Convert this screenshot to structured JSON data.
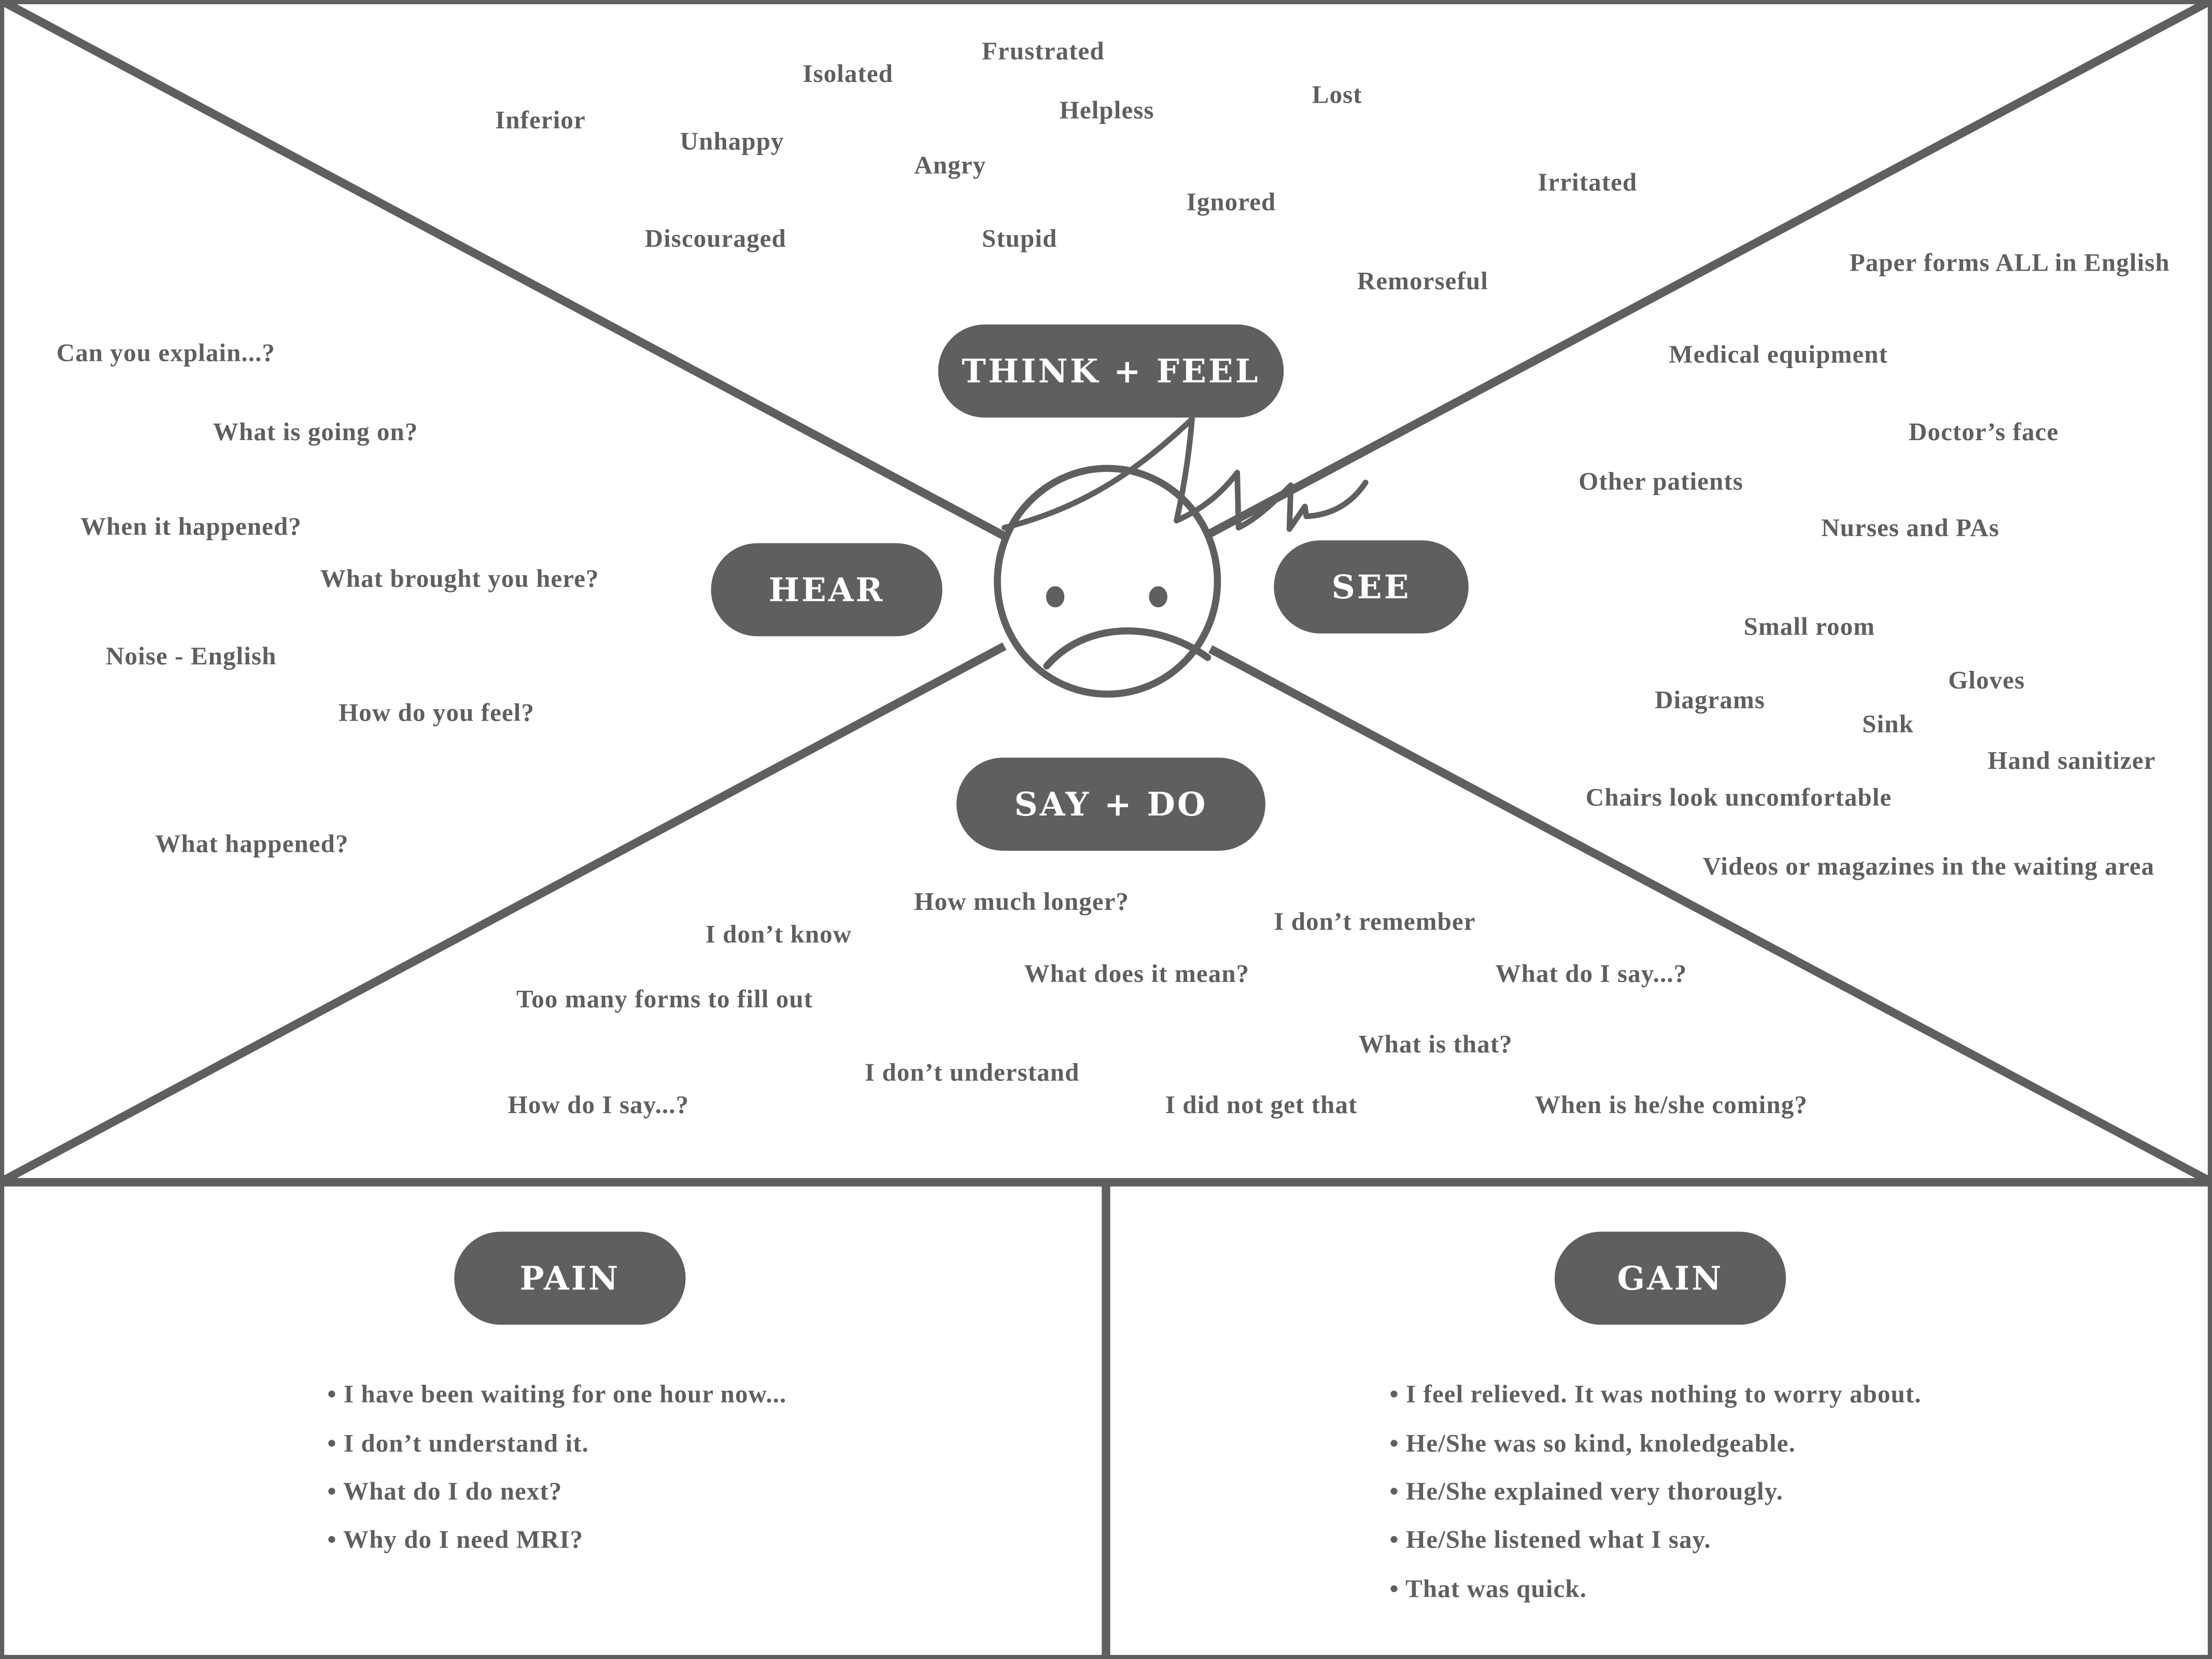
{
  "colors": {
    "ink": "#5f5f5f",
    "background": "#ffffff"
  },
  "labels": {
    "think_feel": "THINK + FEEL",
    "hear": "HEAR",
    "see": "SEE",
    "say_do": "SAY + DO",
    "pain": "PAIN",
    "gain": "GAIN"
  },
  "face_icon": "sad-face-icon",
  "think_feel": [
    "Frustrated",
    "Isolated",
    "Inferior",
    "Helpless",
    "Lost",
    "Unhappy",
    "Angry",
    "Ignored",
    "Irritated",
    "Discouraged",
    "Stupid",
    "Remorseful"
  ],
  "hear": [
    "Can you explain...?",
    "What is going on?",
    "When it happened?",
    "What brought you here?",
    "Noise - English",
    "How do you feel?",
    "What happened?"
  ],
  "see": [
    "Paper forms ALL in English",
    "Medical equipment",
    "Doctor’s face",
    "Other patients",
    "Nurses and PAs",
    "Small room",
    "Gloves",
    "Diagrams",
    "Sink",
    "Hand sanitizer",
    "Chairs look uncomfortable",
    "Videos or magazines in the waiting area"
  ],
  "say_do": [
    "How much longer?",
    "I don’t know",
    "I don’t remember",
    "What does it mean?",
    "What do I say...?",
    "Too many forms to fill out",
    "What is that?",
    "I don’t understand",
    "How do I say...?",
    "I did not get that",
    "When is he/she coming?"
  ],
  "pain": [
    "• I have been waiting for one hour now...",
    "• I don’t understand it.",
    "• What do I do next?",
    "• Why do I need MRI?"
  ],
  "gain": [
    "• I feel relieved. It was nothing to worry about.",
    "• He/She was so kind, knoledgeable.",
    "• He/She explained very thorougly.",
    "• He/She listened what I say.",
    "• That was quick."
  ]
}
